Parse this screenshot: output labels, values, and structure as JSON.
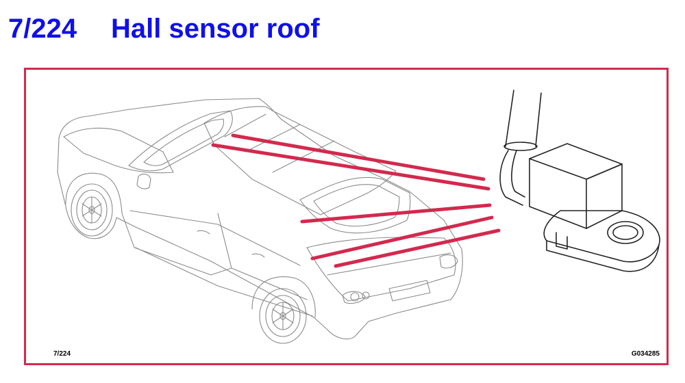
{
  "header": {
    "number": "7/224",
    "title": "Hall sensor roof"
  },
  "figure": {
    "label_left": "7/224",
    "label_right": "G034285",
    "highlight_color": "#d3294e",
    "title_color": "#1010e8",
    "illustration": "car-convertible-roof-and-hall-sensor"
  }
}
